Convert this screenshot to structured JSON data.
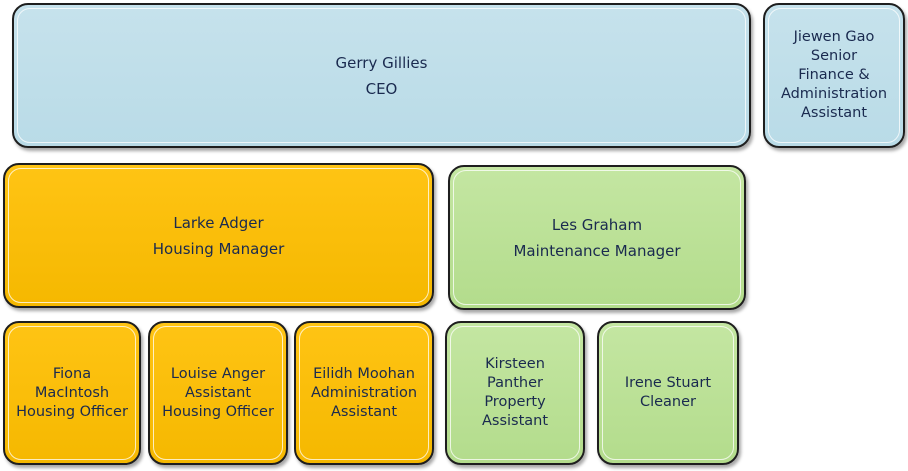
{
  "nodes": {
    "ceo": {
      "name": "Gerry Gillies",
      "role": "CEO",
      "color": "#bfdfea"
    },
    "finance": {
      "lines": [
        "Jiewen Gao",
        "Senior",
        "Finance &",
        "Administration",
        "Assistant"
      ],
      "color": "#bfdfea"
    },
    "housing_manager": {
      "name": "Larke Adger",
      "role": "Housing Manager",
      "color": "#fbbd0a"
    },
    "maintenance_manager": {
      "name": "Les Graham",
      "role": "Maintenance Manager",
      "color": "#bce297"
    },
    "housing_officer": {
      "lines": [
        "Fiona",
        "MacIntosh",
        "Housing Officer"
      ]
    },
    "assistant_housing_officer": {
      "lines": [
        "Louise Anger",
        "Assistant",
        "Housing Officer"
      ]
    },
    "admin_assistant": {
      "lines": [
        "Eilidh Moohan",
        "Administration",
        "Assistant"
      ]
    },
    "property_assistant": {
      "lines": [
        "Kirsteen",
        "Panther",
        "Property",
        "Assistant"
      ]
    },
    "cleaner": {
      "lines": [
        "Irene Stuart",
        "Cleaner"
      ]
    }
  }
}
